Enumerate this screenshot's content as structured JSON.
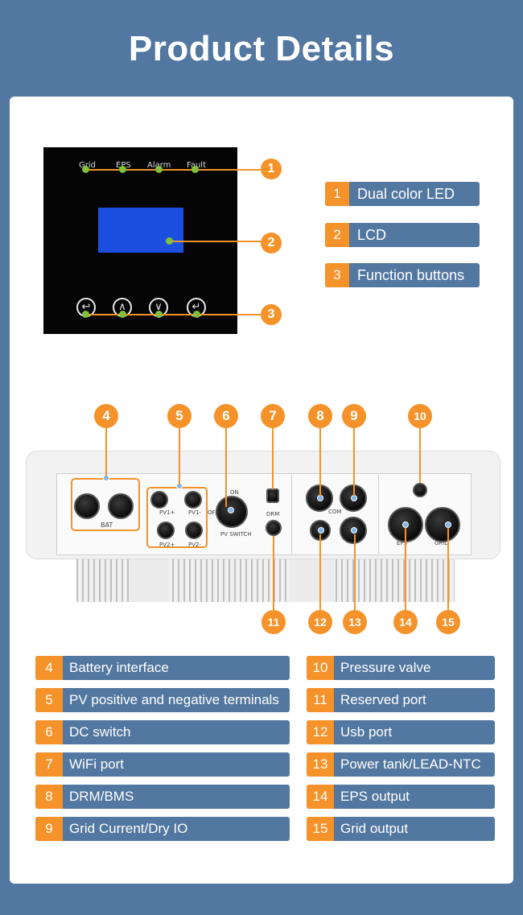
{
  "title": "Product Details",
  "panel": {
    "leds": [
      "Grid",
      "EPS",
      "Alarm",
      "Fault"
    ],
    "buttons": [
      "↩",
      "∧",
      "∨",
      "↵"
    ],
    "callouts": [
      "1",
      "2",
      "3"
    ]
  },
  "top_legend": [
    {
      "num": "1",
      "text": "Dual color LED"
    },
    {
      "num": "2",
      "text": "LCD"
    },
    {
      "num": "3",
      "text": "Function buttons"
    }
  ],
  "inverter": {
    "labels": {
      "bat": "BAT",
      "pv1p": "PV1+",
      "pv1m": "PV1-",
      "pv2p": "PV2+",
      "pv2m": "PV2-",
      "on": "ON",
      "off": "OFF",
      "pv_switch": "PV SWITCH",
      "drm": "DRM",
      "com": "COM",
      "eps": "EPS",
      "grid": "GRID"
    },
    "top_callouts": [
      "4",
      "5",
      "6",
      "7",
      "8",
      "9",
      "10"
    ],
    "bottom_callouts": [
      "11",
      "12",
      "13",
      "14",
      "15"
    ]
  },
  "legend_left": [
    {
      "num": "4",
      "text": "Battery interface"
    },
    {
      "num": "5",
      "text": "PV positive and negative terminals"
    },
    {
      "num": "6",
      "text": "DC switch"
    },
    {
      "num": "7",
      "text": "WiFi port"
    },
    {
      "num": "8",
      "text": "DRM/BMS"
    },
    {
      "num": "9",
      "text": "Grid Current/Dry IO"
    }
  ],
  "legend_right": [
    {
      "num": "10",
      "text": "Pressure valve"
    },
    {
      "num": "11",
      "text": "Reserved port"
    },
    {
      "num": "12",
      "text": "Usb port"
    },
    {
      "num": "13",
      "text": "Power tank/LEAD-NTC"
    },
    {
      "num": "14",
      "text": "EPS output"
    },
    {
      "num": "15",
      "text": "Grid output"
    }
  ],
  "colors": {
    "background": "#5277a0",
    "accent": "#f5922a",
    "led": "#7fc13a",
    "lcd": "#1c4fe0"
  }
}
